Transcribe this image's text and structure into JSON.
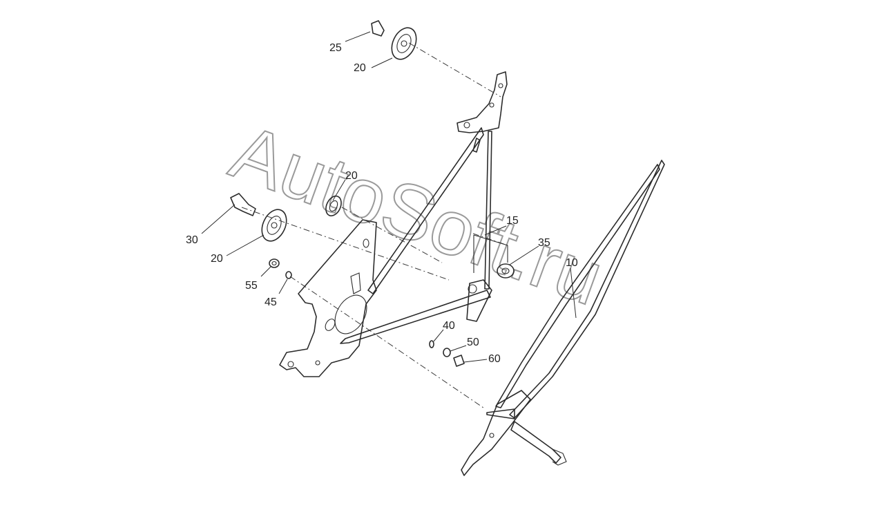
{
  "watermark": "AutoSoft.ru",
  "callouts": [
    "25",
    "20",
    "20",
    "30",
    "20",
    "55",
    "45",
    "15",
    "35",
    "10",
    "40",
    "50",
    "60"
  ],
  "colors": {
    "line": "#2b2b2b",
    "watermark": "#9a9a9a",
    "background": "#ffffff"
  }
}
